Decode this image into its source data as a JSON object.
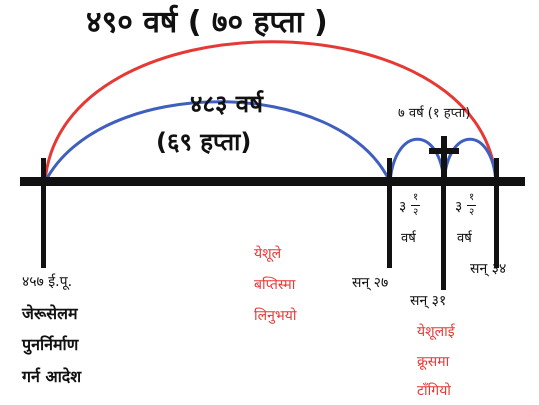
{
  "title_outer": "४९० वर्ष ( ७० हप्ता )",
  "title_inner": "४८३ वर्ष",
  "title_inner_sub": "(६९ हप्ता)",
  "small_arc_label": "७ वर्ष (१ हप्ता)",
  "half_week": {
    "whole": "३",
    "num": "१",
    "den": "२",
    "unit": "वर्ष"
  },
  "markers": {
    "start_year": "४५७ ई.पू.",
    "start_event": [
      "जेरूसेलम",
      "पुनर्निर्माण",
      "गर्न आदेश"
    ],
    "baptism_event": [
      "येशूले",
      "बप्तिस्मा",
      "लिनुभयो"
    ],
    "year_27": "सन् २७",
    "year_31": "सन् ३१",
    "crucifixion_event": [
      "येशूलाई",
      "क्रूसमा",
      "टाँगियो"
    ],
    "year_34": "सन् ३४"
  },
  "colors": {
    "outer_arc": "#e53935",
    "inner_arc": "#3f5fbf",
    "timeline": "#000000",
    "event_text": "#e53935"
  }
}
